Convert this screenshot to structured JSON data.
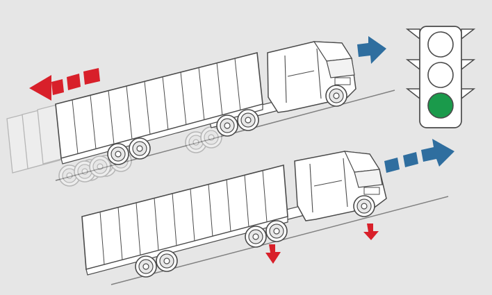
{
  "scene": {
    "background_color": "#e6e6e6",
    "road_color": "#808080",
    "outline_color": "#4a4a4a",
    "vehicle_fill": "#ffffff",
    "ghost_opacity": 0.3
  },
  "trucks": [
    {
      "id": "upper-truck",
      "state": "rolling back on incline",
      "ghost_trail": true
    },
    {
      "id": "lower-truck",
      "state": "holding on incline",
      "ghost_trail": false
    }
  ],
  "arrows": [
    {
      "id": "rollback-arrow",
      "direction": "left",
      "style": "dashed",
      "color": "#d8202a"
    },
    {
      "id": "forward-arrow-upper",
      "direction": "right",
      "style": "solid",
      "color": "#2f6e9f"
    },
    {
      "id": "forward-arrow-lower",
      "direction": "right",
      "style": "dashed",
      "color": "#2f6e9f"
    },
    {
      "id": "down-arrow-trailer-axle",
      "direction": "down",
      "style": "solid",
      "color": "#d8202a"
    },
    {
      "id": "down-arrow-front-axle",
      "direction": "down",
      "style": "solid",
      "color": "#d8202a"
    }
  ],
  "traffic_light": {
    "housing_color": "#ffffff",
    "lamps": [
      {
        "position": "top",
        "state": "off",
        "color": "#ffffff"
      },
      {
        "position": "middle",
        "state": "off",
        "color": "#ffffff"
      },
      {
        "position": "bottom",
        "state": "on",
        "color": "#1a9a4b"
      }
    ]
  }
}
